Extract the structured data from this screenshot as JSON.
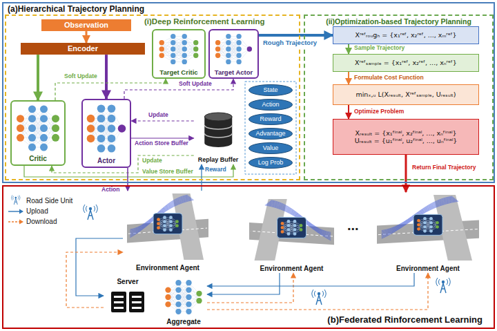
{
  "diagram": {
    "nodes": [
      {
        "text": [
          "(a)Hierarchical Trajectory Planning"
        ]
      },
      {
        "text": [
          "(i)Deep Reinforcement Learning"
        ],
        "in": 0
      },
      {
        "text": [
          "Observation"
        ],
        "in": 1
      },
      {
        "text": [
          "Encoder"
        ],
        "in": 1
      },
      {
        "text": [
          "Target Critic"
        ],
        "in": 1
      },
      {
        "text": [
          "Target Actor"
        ],
        "in": 1
      },
      {
        "text": [
          "Critic"
        ],
        "in": 1
      },
      {
        "text": [
          "Actor"
        ],
        "in": 1
      },
      {
        "text": [
          "Replay Buffer"
        ],
        "in": 1
      },
      {
        "text": [
          "State"
        ],
        "in": 1
      },
      {
        "text": [
          "Action"
        ],
        "in": 1
      },
      {
        "text": [
          "Reward"
        ],
        "in": 1
      },
      {
        "text": [
          "Advantage"
        ],
        "in": 1
      },
      {
        "text": [
          "Value"
        ],
        "in": 1
      },
      {
        "text": [
          "Log Prob"
        ],
        "in": 1
      },
      {
        "text": [
          "(ii)Optimization-based Trajectory Planning"
        ],
        "in": 0
      },
      {
        "text": [
          "Xʳᵉᶠᵣₒᵤgₕ = {x₁ʳᵉᶠ, x₂ʳᵉᶠ, ..., xₘʳᵉᶠ}"
        ],
        "in": 15
      },
      {
        "text": [
          "Xʳᵉᶠₛₐₘₚₗₑ = {x₁ʳᵉᶠ, x₂ʳᵉᶠ, ..., xₙʳᵉᶠ}"
        ],
        "in": 15
      },
      {
        "text": [
          "minₓ,ᵤ L(Xᵣₑₛᵤₗₜ, Xʳᵉᶠₛₐₘₚₗₑ, Uᵣₑₛᵤₗₜ)"
        ],
        "in": 15
      },
      {
        "text": [
          "Xᵣₑₛᵤₗₜ = {x₁ᶠⁱⁿᵃˡ, x₂ᶠⁱⁿᵃˡ, ..., xₙᶠⁱⁿᵃˡ}",
          "Uᵣₑₛᵤₗₜ = {u₁ᶠⁱⁿᵃˡ, u₂ᶠⁱⁿᵃˡ, ..., uₙᶠⁱⁿᵃˡ}"
        ],
        "in": 15
      },
      {
        "text": [
          "(b)Federated Rinforcement Learning"
        ]
      },
      {
        "text": [
          "Environment Agent"
        ],
        "in": 20
      },
      {
        "text": [
          "Environment Agent"
        ],
        "in": 20
      },
      {
        "text": [
          "Environment Agent"
        ],
        "in": 20
      },
      {
        "text": [
          "Server"
        ],
        "in": 20
      },
      {
        "text": [
          "Aggregate"
        ],
        "in": 20
      }
    ],
    "edges": [
      {
        "from": 2,
        "to": 3,
        "arrow": "to"
      },
      {
        "from": 3,
        "to": 6,
        "arrow": "to"
      },
      {
        "from": 3,
        "to": 7,
        "arrow": "to"
      },
      {
        "from": 6,
        "to": 4,
        "label": "Soft Update",
        "arrow": "to"
      },
      {
        "from": 7,
        "to": 5,
        "label": "Soft Update",
        "arrow": "to"
      },
      {
        "from": 8,
        "to": 6,
        "label": "Update",
        "arrow": "to"
      },
      {
        "from": 8,
        "to": 7,
        "label": "Update",
        "arrow": "to"
      },
      {
        "from": 7,
        "to": 8,
        "label": "Action Store Buffer",
        "arrow": "to"
      },
      {
        "from": 6,
        "to": 8,
        "label": "Value Store Buffer",
        "arrow": "to"
      },
      {
        "from": 21,
        "to": 8,
        "label": "Reward",
        "arrow": "to"
      },
      {
        "from": 7,
        "to": 21,
        "label": "Action",
        "arrow": "to"
      },
      {
        "from": 5,
        "to": 16,
        "label": "Rough Trajectory",
        "arrow": "to"
      },
      {
        "from": 16,
        "to": 17,
        "label": "Sample Trajectory",
        "arrow": "to"
      },
      {
        "from": 17,
        "to": 18,
        "label": "Formulate Cost Function",
        "arrow": "to"
      },
      {
        "from": 18,
        "to": 19,
        "label": "Optimize Problem",
        "arrow": "to"
      },
      {
        "from": 19,
        "to": 23,
        "label": "Return Final Trajectory",
        "arrow": "to"
      },
      {
        "from": 21,
        "to": 24,
        "arrow": "to"
      },
      {
        "from": 24,
        "to": 21,
        "arrow": "to"
      },
      {
        "from": 22,
        "to": 25,
        "arrow": "to"
      },
      {
        "from": 25,
        "to": 22,
        "arrow": "to"
      },
      {
        "from": 23,
        "to": 25,
        "arrow": "to"
      },
      {
        "from": 25,
        "to": 23,
        "arrow": "to"
      }
    ],
    "labels": [
      "..."
    ],
    "legend": [
      {
        "text": "Road Side Unit"
      },
      {
        "text": "Upload"
      },
      {
        "text": "Download"
      }
    ]
  }
}
